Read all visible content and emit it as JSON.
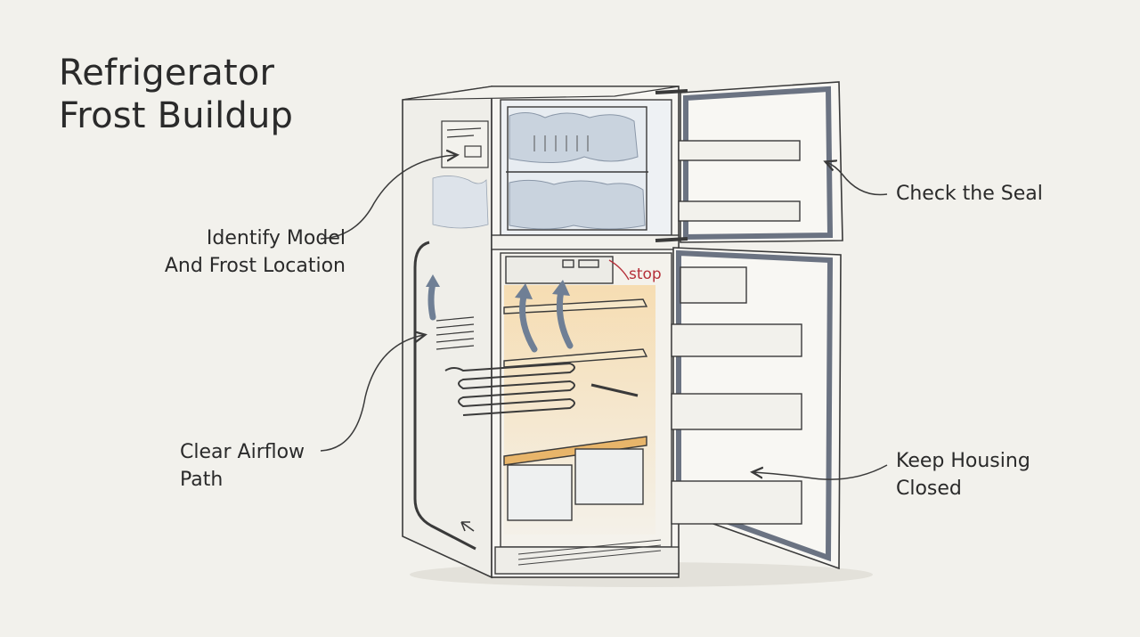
{
  "title": {
    "line1": "Refrigerator",
    "line2": "Frost Buildup"
  },
  "callouts": {
    "identify": {
      "line1": "Identify Model",
      "line2": "And Frost Location"
    },
    "airflow": {
      "line1": "Clear Airflow",
      "line2": "Path"
    },
    "seal": {
      "line1": "Check the Seal"
    },
    "housing": {
      "line1": "Keep Housing",
      "line2": "Closed"
    }
  },
  "annotation": {
    "stop": "stop"
  },
  "colors": {
    "line": "#3a3a3a",
    "accent_red": "#b5303a",
    "glow": "#f3c98a",
    "gasket": "#6b7382",
    "frost": "#c9d3de",
    "airflow_arrow": "#6f7f95"
  }
}
